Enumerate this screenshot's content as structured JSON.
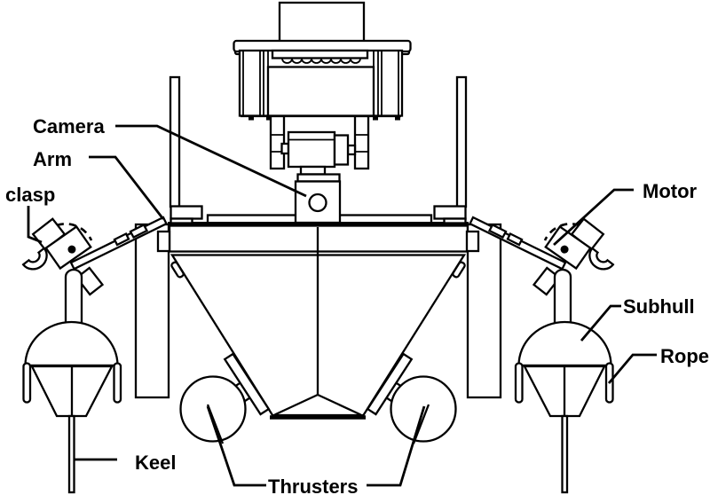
{
  "diagram": {
    "colors": {
      "line": "#000000",
      "background": "#ffffff",
      "label_text": "#000000"
    },
    "labels": {
      "camera": "Camera",
      "arm": "Arm",
      "clasp": "clasp",
      "motor": "Motor",
      "subhull": "Subhull",
      "rope": "Rope",
      "keel": "Keel",
      "thrusters": "Thrusters"
    }
  }
}
